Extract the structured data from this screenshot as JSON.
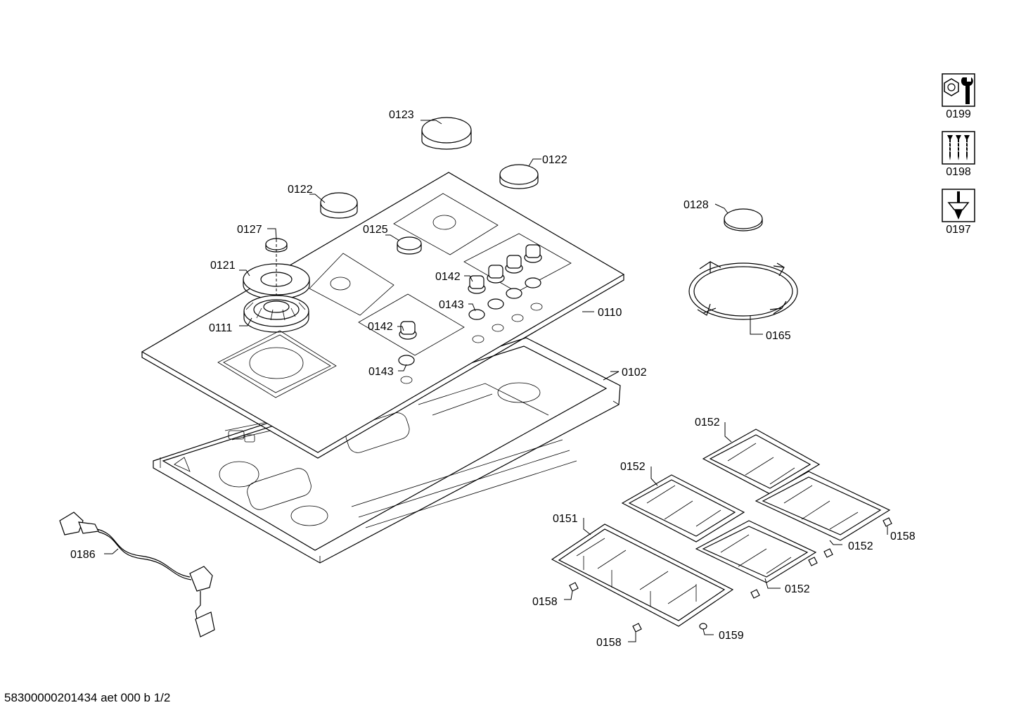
{
  "footer": "58300000201434 aet 000 b 1/2",
  "tools": [
    {
      "number": "0199",
      "icon": "wrench-nut-icon"
    },
    {
      "number": "0198",
      "icon": "screws-icon"
    },
    {
      "number": "0197",
      "icon": "screwdriver-icon"
    }
  ],
  "labels": {
    "l0123": "0123",
    "l0122a": "0122",
    "l0122b": "0122",
    "l0127": "0127",
    "l0125": "0125",
    "l0121": "0121",
    "l0111": "0111",
    "l0142a": "0142",
    "l0143a": "0143",
    "l0142b": "0142",
    "l0143b": "0143",
    "l0110": "0110",
    "l0102": "0102",
    "l0128": "0128",
    "l0165": "0165",
    "l0186": "0186",
    "l0152a": "0152",
    "l0152b": "0152",
    "l0151": "0151",
    "l0152c": "0152",
    "l0158a": "0158",
    "l0152d": "0152",
    "l0158b": "0158",
    "l0158c": "0158",
    "l0159": "0159"
  }
}
